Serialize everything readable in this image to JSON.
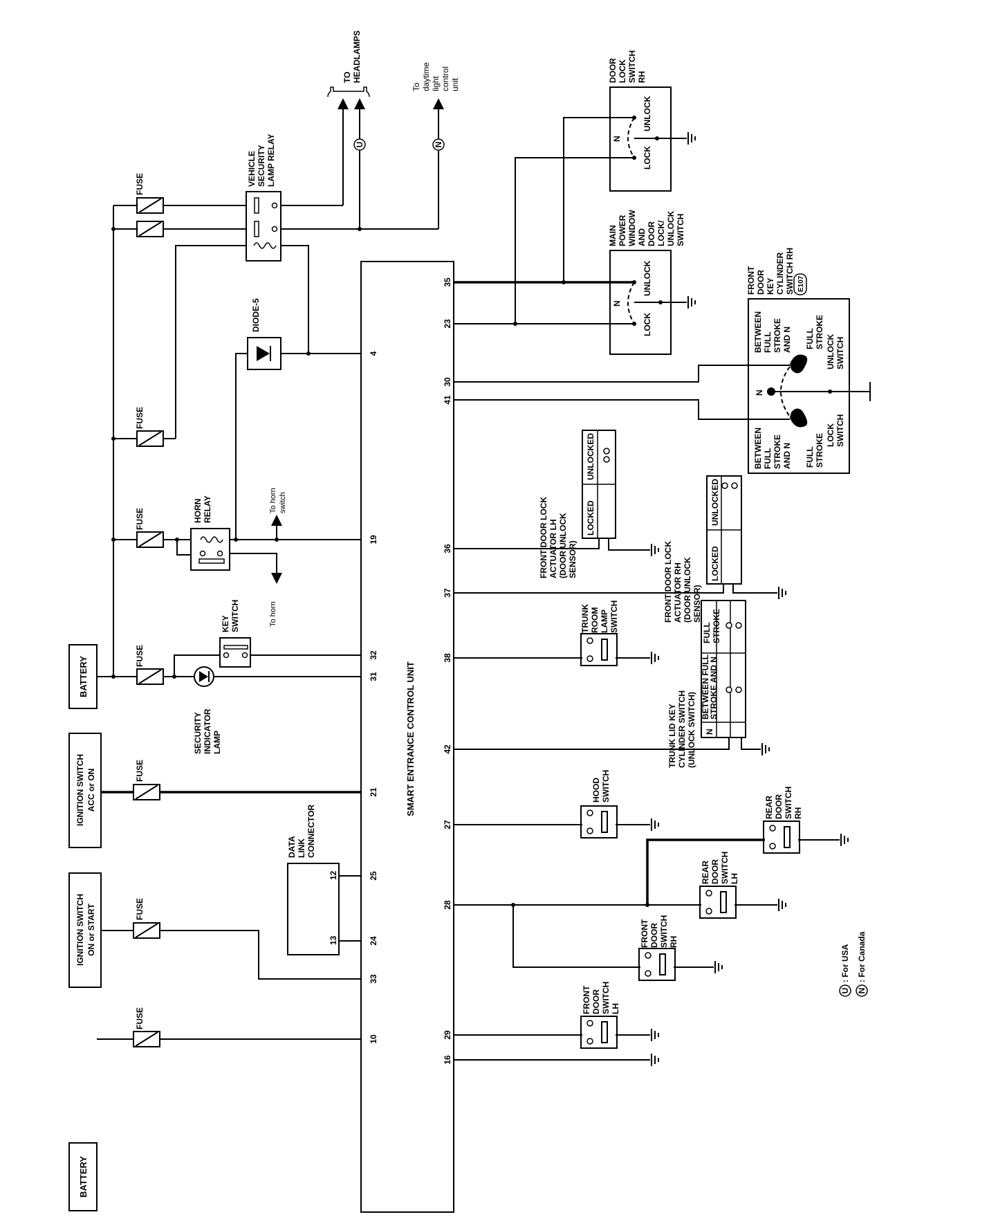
{
  "labels": {
    "battery_top": "BATTERY",
    "battery_bottom": "BATTERY",
    "ign_acc_l1": "IGNITION SWITCH",
    "ign_acc_l2": "ACC or ON",
    "ign_start_l1": "IGNITION SWITCH",
    "ign_start_l2": "ON or START",
    "fuse": "FUSE",
    "vsl_l1": "VEHICLE",
    "vsl_l2": "SECURITY",
    "vsl_l3": "LAMP RELAY",
    "to_headlamps_l1": "TO",
    "to_headlamps_l2": "HEADLAMPS",
    "daytime_l1": "To",
    "daytime_l2": "daytime",
    "daytime_l3": "light",
    "daytime_l4": "control",
    "daytime_l5": "unit",
    "diode": "DIODE-5",
    "horn_relay_l1": "HORN",
    "horn_relay_l2": "RELAY",
    "to_horn_switch_l1": "To horn",
    "to_horn_switch_l2": "switch",
    "to_horn": "To horn",
    "key_switch_l1": "KEY",
    "key_switch_l2": "SWITCH",
    "sec_lamp_l1": "SECURITY",
    "sec_lamp_l2": "INDICATOR",
    "sec_lamp_l3": "LAMP",
    "dlc_l1": "DATA",
    "dlc_l2": "LINK",
    "dlc_l3": "CONNECTOR",
    "dlc_pin12": "12",
    "dlc_pin13": "13",
    "secu": "SMART ENTRANCE CONTROL UNIT",
    "dls_l1": "DOOR",
    "dls_l2": "LOCK",
    "dls_l3": "SWITCH",
    "dls_l4": "RH",
    "unlock": "UNLOCK",
    "lock": "LOCK",
    "n": "N",
    "mpw_l1": "MAIN",
    "mpw_l2": "POWER",
    "mpw_l3": "WINDOW",
    "mpw_l4": "AND",
    "mpw_l5": "DOOR",
    "mpw_l6": "LOCK/",
    "mpw_l7": "UNLOCK",
    "mpw_l8": "SWITCH",
    "kc_l1": "FRONT",
    "kc_l2": "DOOR",
    "kc_l3": "KEY",
    "kc_l4": "CYLINDER",
    "kc_l5": "SWITCH RH",
    "kc_code": "E107",
    "between_l1": "BETWEEN",
    "between_l2": "FULL",
    "between_l3": "STROKE",
    "between_l4": "AND N",
    "full_l1": "FULL",
    "full_l2": "STROKE",
    "unlock_sw_l1": "UNLOCK",
    "unlock_sw_l2": "SWITCH",
    "lock_sw_l1": "LOCK",
    "lock_sw_l2": "SWITCH",
    "fdlh_l1": "FRONT DOOR LOCK",
    "fdlh_l2": "ACTUATOR LH",
    "fdlh_l3": "(DOOR UNLOCK",
    "fdlh_l4": "SENSOR)",
    "fdrh_l1": "FRONT DOOR LOCK",
    "fdrh_l2": "ACTUATOR RH",
    "fdrh_l3": "(DOOR UNLOCK",
    "fdrh_l4": "SENSOR)",
    "locked": "LOCKED",
    "unlocked": "UNLOCKED",
    "trunk_room_l1": "TRUNK",
    "trunk_room_l2": "ROOM",
    "trunk_room_l3": "LAMP",
    "trunk_room_l4": "SWITCH",
    "trunk_lid_l1": "TRUNK LID KEY",
    "trunk_lid_l2": "CYLINDER SWITCH",
    "trunk_lid_l3": "(UNLOCK SWITCH)",
    "tl_between_l1": "BETWEEN FULL",
    "tl_between_l2": "STROKE AND N",
    "tl_full_l1": "FULL",
    "tl_full_l2": "STROKE",
    "hood_l1": "HOOD",
    "hood_l2": "SWITCH",
    "rdrh_l1": "REAR",
    "rdrh_l2": "DOOR",
    "rdrh_l3": "SWITCH",
    "rdrh_l4": "RH",
    "rdlh_l1": "REAR",
    "rdlh_l2": "DOOR",
    "rdlh_l3": "SWITCH",
    "rdlh_l4": "LH",
    "fdsrh_l1": "FRONT",
    "fdsrh_l2": "DOOR",
    "fdsrh_l3": "SWITCH",
    "fdsrh_l4": "RH",
    "fdslh_l1": "FRONT",
    "fdslh_l2": "DOOR",
    "fdslh_l3": "SWITCH",
    "fdslh_l4": "LH",
    "u": "U",
    "legend_usa": ": For USA",
    "legend_canada": ": For Canada"
  },
  "pins_left": [
    "4",
    "19",
    "32",
    "31",
    "21",
    "25",
    "24",
    "33",
    "10"
  ],
  "pins_right": [
    "35",
    "23",
    "30",
    "41",
    "36",
    "37",
    "38",
    "42",
    "27",
    "28",
    "29",
    "16"
  ]
}
